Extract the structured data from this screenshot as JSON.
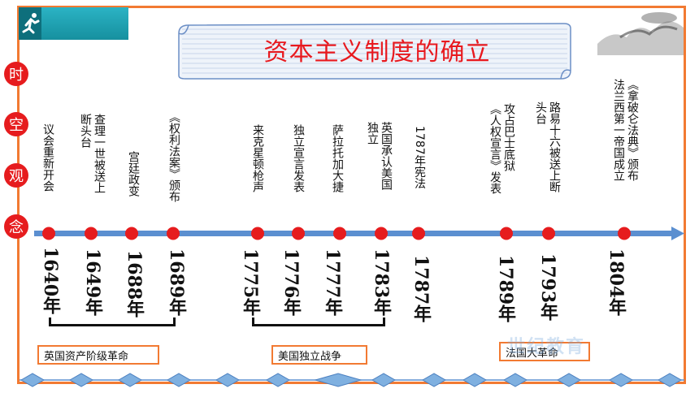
{
  "title": "资本主义制度的确立",
  "side_label": [
    "时",
    "空",
    "观",
    "念"
  ],
  "events": [
    {
      "text": "议会重新开会"
    },
    {
      "text": "查理一世被送上\n断头台"
    },
    {
      "text": "宫廷政变"
    },
    {
      "text": "《权利法案》颁布"
    },
    {
      "text": "来克星顿枪声"
    },
    {
      "text": "独立宣言发表"
    },
    {
      "text": "萨拉托加大捷"
    },
    {
      "text": "英国承认美国\n独立"
    },
    {
      "text": "1787年宪法"
    },
    {
      "text": "攻占巴士底狱\n《人权宣言》发表"
    },
    {
      "text": "路易十六被送上断\n头台"
    },
    {
      "text": "《拿破仑法典》颁布\n法兰西第一帝国成立"
    }
  ],
  "years": [
    "1640年",
    "1649年",
    "1688年",
    "1689年",
    "1775年",
    "1776年",
    "1777年",
    "1783年",
    "1787年",
    "1789年",
    "1793年",
    "1804年"
  ],
  "groups": [
    {
      "label": "英国资产阶级革命"
    },
    {
      "label": "美国独立战争"
    },
    {
      "label": "法国大革命"
    }
  ],
  "watermark": "世纪教育",
  "colors": {
    "frame": "#f27a32",
    "title": "#e8191e",
    "dot": "#e61c1e",
    "axis": "#5b8fd0",
    "badge": "#1ba3b4"
  }
}
